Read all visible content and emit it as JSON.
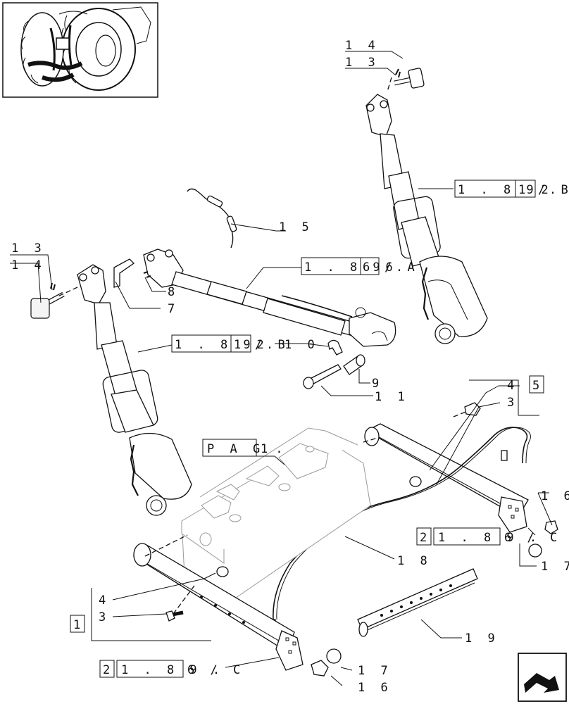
{
  "labels": {
    "l13_top": "1 3",
    "l14_top": "1 4",
    "l15": "1 5",
    "l13_left": "1 3",
    "l14_left": "1 4",
    "l8": "8",
    "l7": "7",
    "l10": "1 0",
    "l9": "9",
    "l11": "1 1",
    "l4_right": "4",
    "l3_right": "3",
    "l5": "5",
    "l16_right": "1 6",
    "l17_right": "1 7",
    "l18": "1 8",
    "l19": "1 9",
    "l4_left": "4",
    "l3_left": "3",
    "l1": "1",
    "l17_bottom": "1 7",
    "l16_bottom": "1 6"
  },
  "refs": {
    "r_1_89_12b_right": {
      "prefix": "1 . 8 9 .",
      "box": "1 2",
      "suffix": "/ B"
    },
    "r_1_89_66a": {
      "prefix": "1 . 8 9 .",
      "box": "6 6",
      "suffix": "/ A"
    },
    "r_1_89_12b_left": {
      "prefix": "1 . 8 9 .",
      "box": "1 2",
      "suffix": "/ B"
    },
    "r_pag1": {
      "prefix": "P A G .",
      "suffix": "1"
    },
    "r_2_1_89_6c_right": {
      "first": "2",
      "prefix": "1 . 8 9 .",
      "suffix": "6 / C"
    },
    "r_2_1_89_6c_bottom": {
      "first": "2",
      "prefix": "1 . 8 9 .",
      "suffix": "6 / C"
    }
  }
}
